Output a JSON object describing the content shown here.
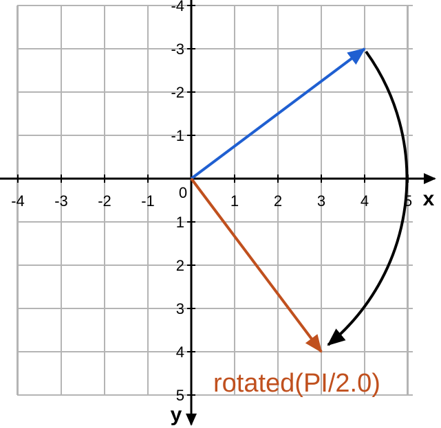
{
  "axes": {
    "x_label": "x",
    "y_label": "y",
    "origin_label": "0",
    "x_range": [
      -4,
      5
    ],
    "y_range": [
      -4,
      5
    ],
    "y_direction": "down",
    "grid": true,
    "x_ticks": [
      {
        "value": -4,
        "label": "-4"
      },
      {
        "value": -3,
        "label": "-3"
      },
      {
        "value": -2,
        "label": "-2"
      },
      {
        "value": -1,
        "label": "-1"
      },
      {
        "value": 1,
        "label": "1"
      },
      {
        "value": 2,
        "label": "2"
      },
      {
        "value": 3,
        "label": "3"
      },
      {
        "value": 4,
        "label": "4"
      },
      {
        "value": 5,
        "label": "5"
      }
    ],
    "y_ticks": [
      {
        "value": -4,
        "label": "-4"
      },
      {
        "value": -3,
        "label": "-3"
      },
      {
        "value": -2,
        "label": "-2"
      },
      {
        "value": -1,
        "label": "-1"
      },
      {
        "value": 1,
        "label": "1"
      },
      {
        "value": 2,
        "label": "2"
      },
      {
        "value": 3,
        "label": "3"
      },
      {
        "value": 4,
        "label": "4"
      },
      {
        "value": 5,
        "label": "5"
      }
    ]
  },
  "vectors": [
    {
      "id": "original",
      "from": [
        0,
        0
      ],
      "to": [
        4,
        -3
      ],
      "color": "#1f5fd1"
    },
    {
      "id": "rotated",
      "from": [
        0,
        0
      ],
      "to": [
        3,
        4
      ],
      "color": "#c0501e"
    }
  ],
  "rotation_arc": {
    "from": [
      4,
      -3
    ],
    "to": [
      3,
      4
    ],
    "color": "#000000"
  },
  "caption": {
    "text": "rotated(PI/2.0)",
    "color": "#c0501e"
  },
  "colors": {
    "grid": "#b4b4b4",
    "axis": "#000000"
  }
}
